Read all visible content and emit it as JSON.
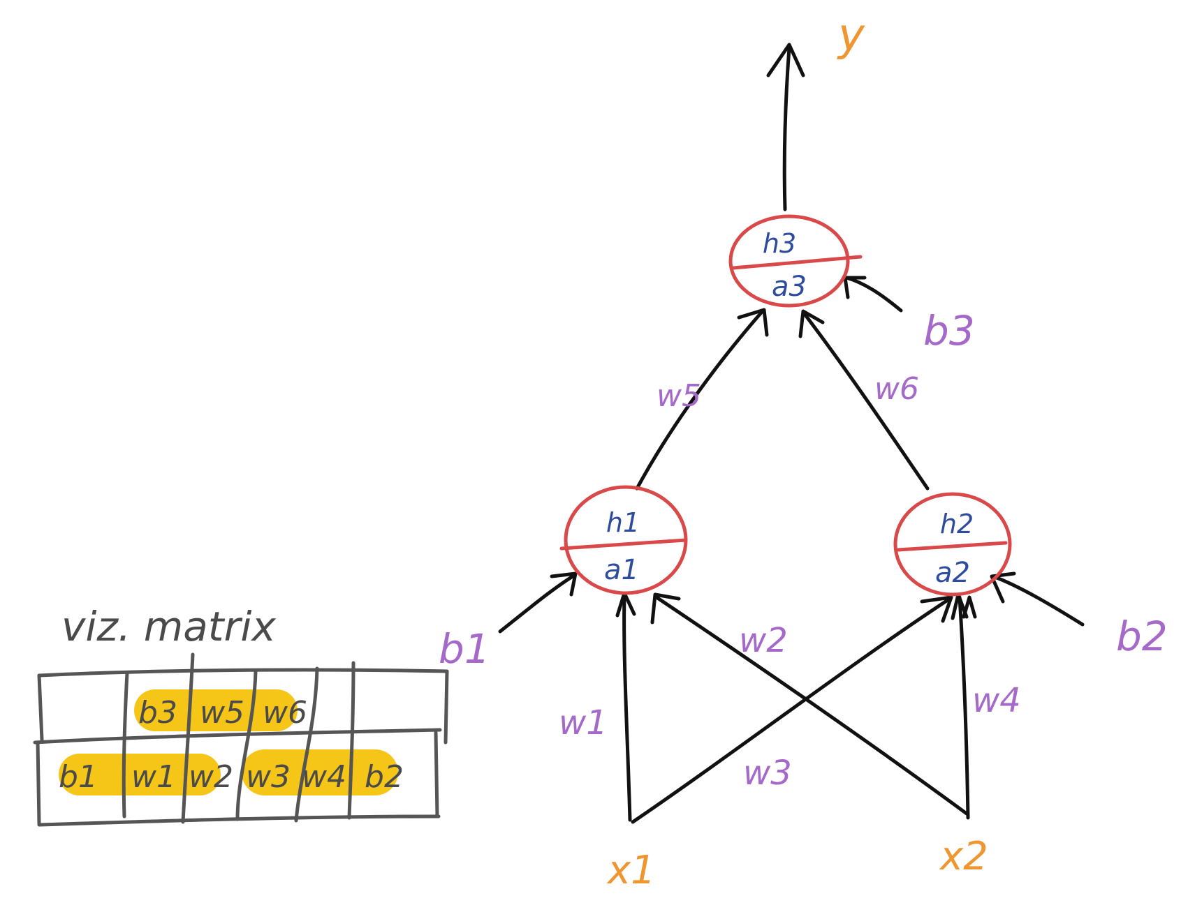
{
  "colors": {
    "weight_label": "#A569C9",
    "io_label": "#EF9630",
    "node_text": "#2E4C9E",
    "node_outline": "#D9494A",
    "edge": "#111111",
    "matrix_grid": "#555555",
    "highlight": "#F5C518"
  },
  "nodes": {
    "h1": {
      "top": "h1",
      "bottom": "a1"
    },
    "h2": {
      "top": "h2",
      "bottom": "a2"
    },
    "h3": {
      "top": "h3",
      "bottom": "a3"
    }
  },
  "inputs": {
    "x1": "x1",
    "x2": "x2"
  },
  "output": {
    "y": "y"
  },
  "weights": {
    "w1": "w1",
    "w2": "w2",
    "w3": "w3",
    "w4": "w4",
    "w5": "w5",
    "w6": "w6"
  },
  "biases": {
    "b1": "b1",
    "b2": "b2",
    "b3": "b3"
  },
  "matrix": {
    "title": "viz. matrix",
    "row1": [
      "",
      "b3",
      "w5",
      "w6",
      "",
      ""
    ],
    "row2": [
      "b1",
      "w1",
      "w2",
      "w3",
      "w4",
      "b2"
    ]
  }
}
